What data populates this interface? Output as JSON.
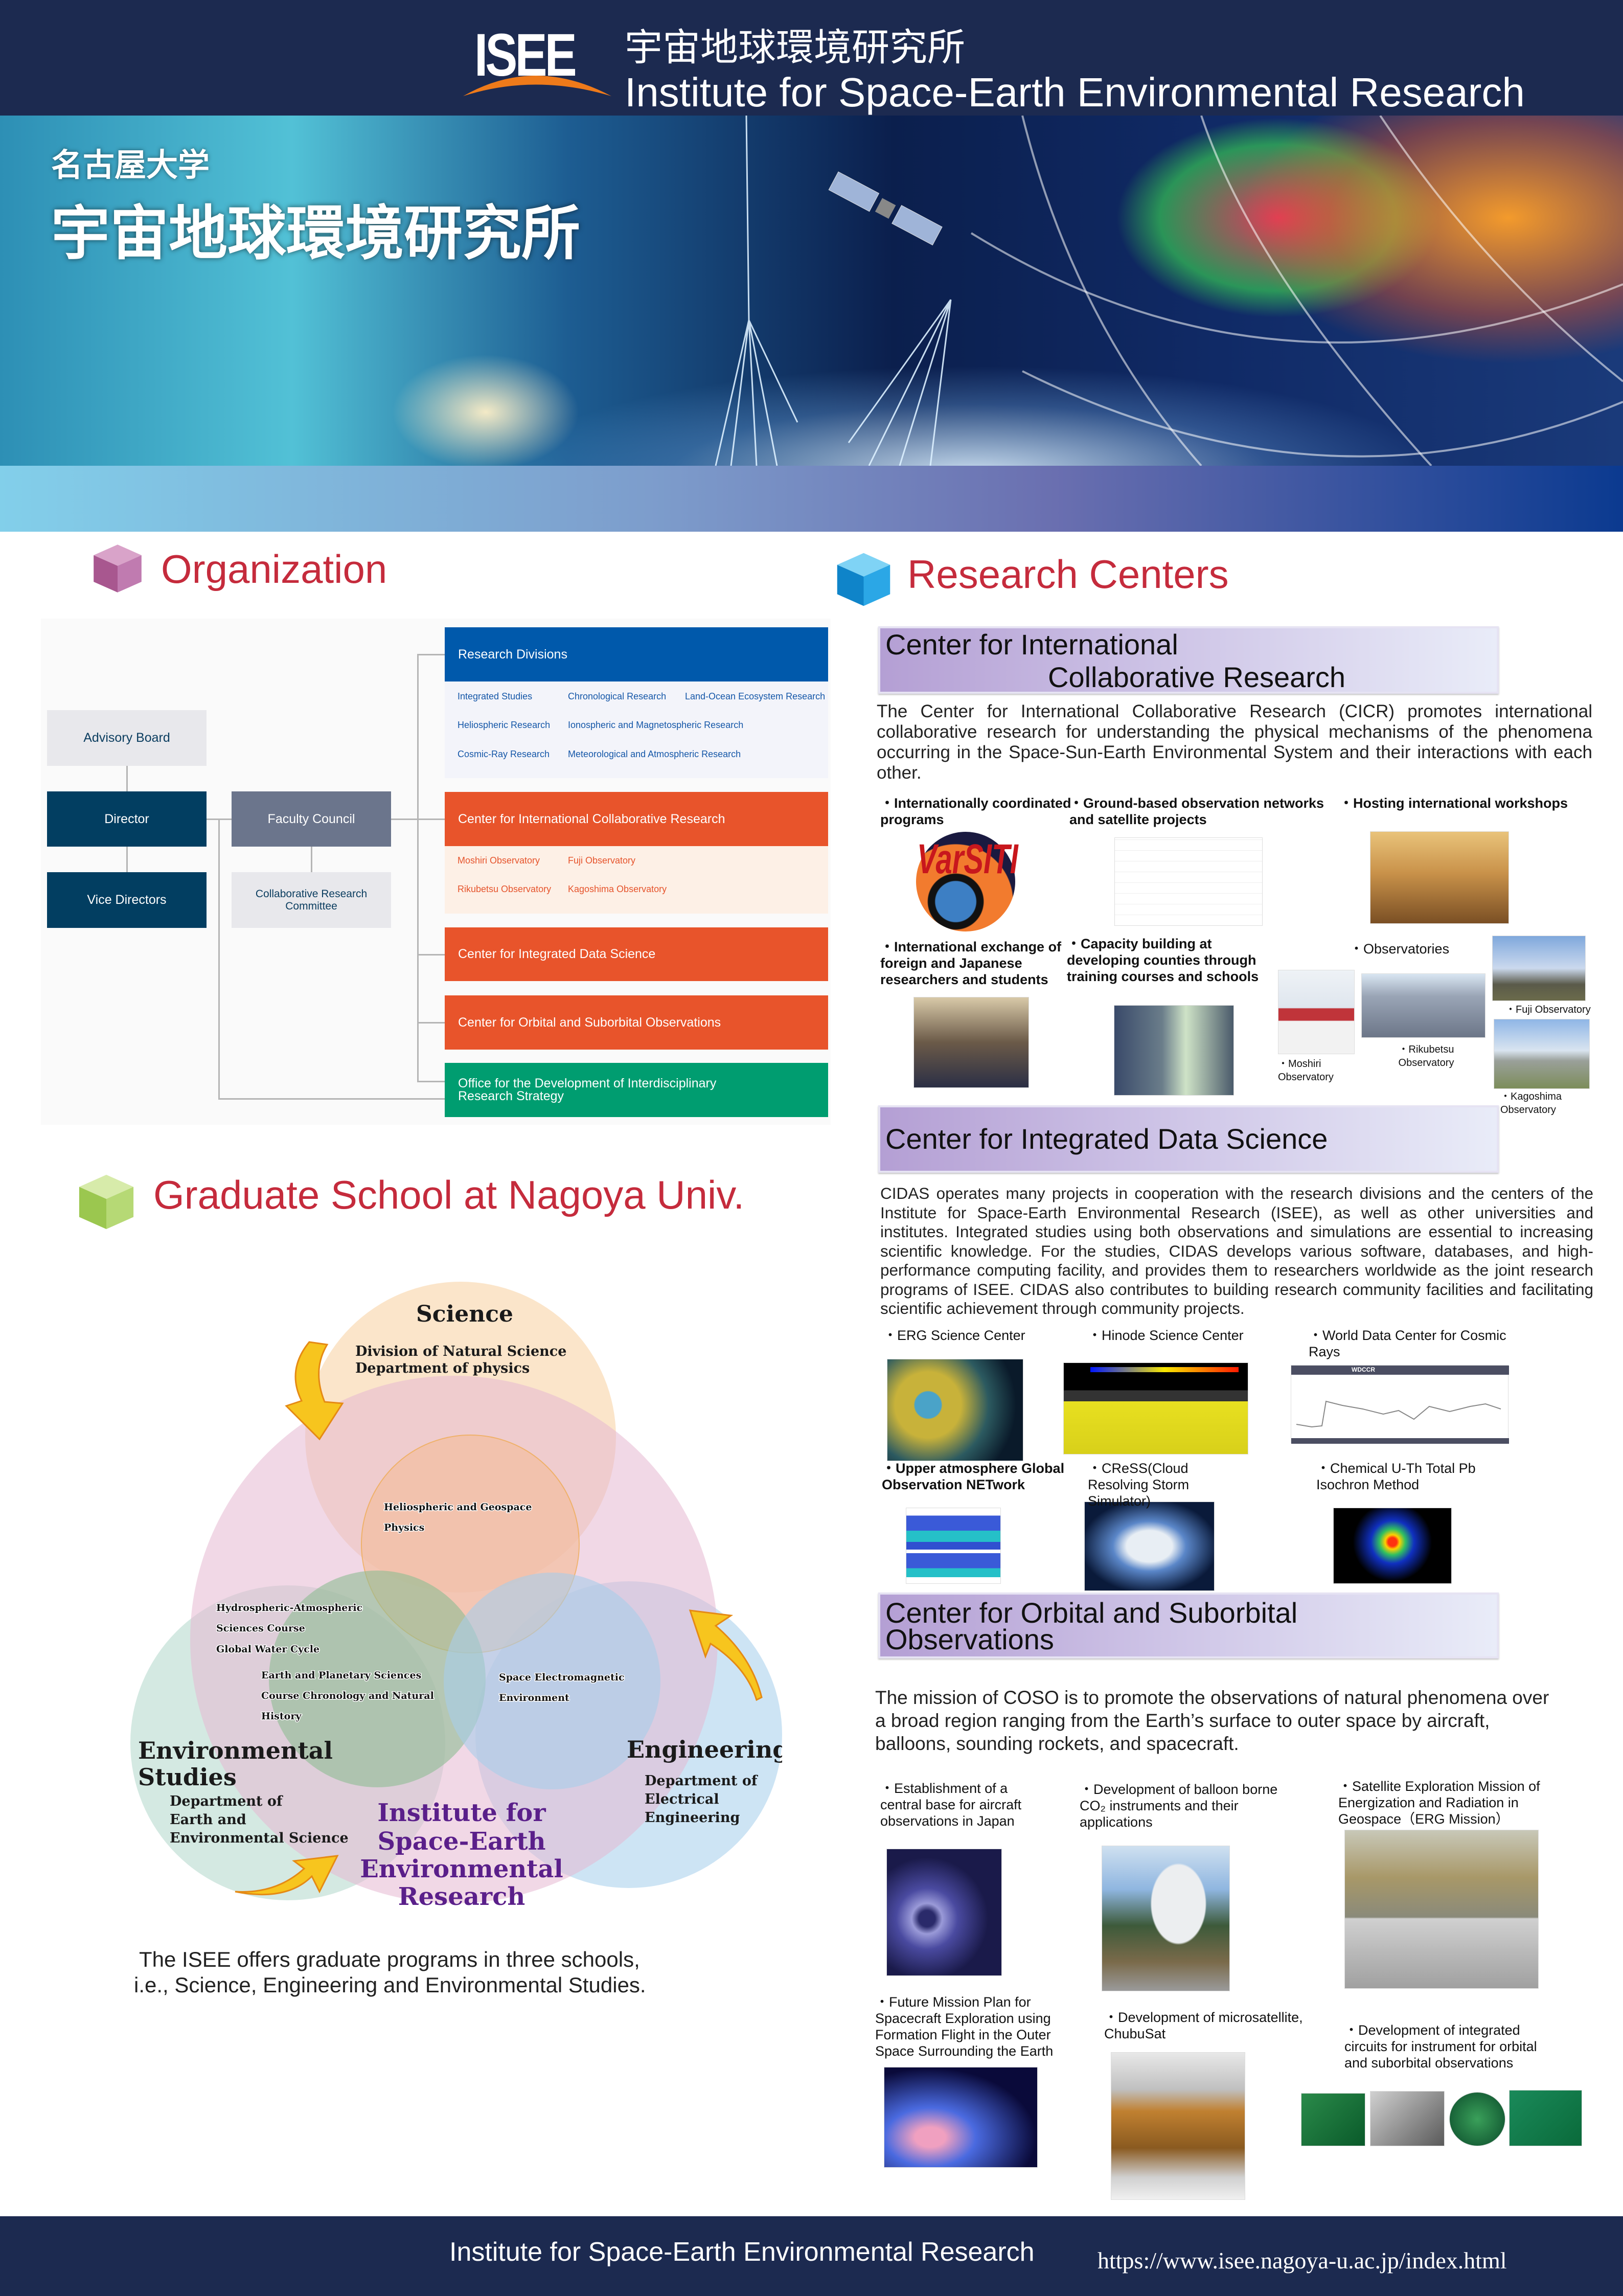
{
  "header": {
    "logo_text": "ISEE",
    "title_ja": "宇宙地球環境研究所",
    "title_en": "Institute for Space-Earth Environmental Research"
  },
  "banner": {
    "university_ja": "名古屋大学",
    "institute_ja": "宇宙地球環境研究所"
  },
  "organization": {
    "heading": "Organization",
    "advisory_board": "Advisory Board",
    "director": "Director",
    "vice_directors": "Vice Directors",
    "faculty_council": "Faculty Council",
    "collaborative_committee": "Collaborative Research Committee",
    "research_divisions": {
      "title": "Research Divisions",
      "items": [
        "Integrated Studies",
        "Chronological Research",
        "Land-Ocean Ecosystem Research",
        "Heliospheric Research",
        "Ionospheric and Magnetospheric Research",
        "Cosmic-Ray Research",
        "Meteorological and Atmospheric Research"
      ]
    },
    "cicr": {
      "title": "Center for International Collaborative Research",
      "observatories": [
        "Moshiri Observatory",
        "Fuji Observatory",
        "Rikubetsu Observatory",
        "Kagoshima Observatory"
      ]
    },
    "cidas_title": "Center for Integrated Data Science",
    "coso_title": "Center for Orbital and Suborbital Observations",
    "office_title": "Office for the Development of  Interdisciplinary Research Strategy"
  },
  "graduate": {
    "heading": "Graduate School at Nagoya Univ.",
    "diagram": {
      "science": "Science",
      "science_sub": [
        "Division of Natural Science",
        "Department of physics"
      ],
      "helio": [
        "Heliospheric and Geospace",
        "Physics"
      ],
      "hydro": [
        "Hydrospheric-Atmospheric",
        "Sciences Course",
        "Global Water Cycle"
      ],
      "earth": [
        "Earth and Planetary Sciences",
        "Course Chronology and Natural",
        "History"
      ],
      "space": [
        "Space Electromagnetic",
        "Environment"
      ],
      "env": [
        "Environmental",
        "Studies"
      ],
      "env_sub": [
        "Department of",
        "Earth and",
        "Environmental Science"
      ],
      "eng": "Engineering",
      "eng_sub": [
        "Department of",
        "Electrical",
        "Engineering"
      ],
      "isee": [
        "Institute for",
        "Space-Earth",
        "Environmental",
        "Research"
      ]
    },
    "description": [
      "The ISEE offers graduate programs in three schools,",
      "i.e., Science, Engineering and Environmental Studies."
    ]
  },
  "research_centers": {
    "heading": "Research Centers",
    "cicr": {
      "title_lines": [
        "Center for International",
        "Collaborative Research"
      ],
      "paragraph": "The Center for International Collaborative Research (CICR) promotes international collaborative research for understanding the physical mechanisms of the phenomena occurring in the Space-Sun-Earth Environmental System and their interactions with each other.",
      "items": [
        "・Internationally coordinated programs",
        "・Ground-based observation networks and satellite projects",
        "・Hosting international workshops",
        "・International exchange of foreign and Japanese researchers and students",
        "・Capacity building at developing counties through training courses and schools",
        "・Observatories"
      ],
      "observatories": [
        "・Moshiri Observatory",
        "・Rikubetsu Observatory",
        "・Fuji Observatory",
        "・Kagoshima Observatory"
      ],
      "logo_text": "VarSITI"
    },
    "cidas": {
      "title": "Center for Integrated Data Science",
      "paragraph": "CIDAS operates many projects in cooperation with the research divisions and the centers of the Institute for Space-Earth Environmental Research (ISEE), as well as other universities and institutes. Integrated studies using both observations and simulations are essential to increasing scientific knowledge. For the studies, CIDAS develops various software, databases, and high-performance computing facility, and provides them to researchers worldwide as the joint research programs of ISEE. CIDAS also contributes to building research community facilities and facilitating scientific achievement through community projects.",
      "items": [
        "・ERG Science Center",
        "・Hinode Science Center",
        "・World Data Center for Cosmic Rays",
        "・Upper atmosphere Global Observation NETwork",
        "・CReSS(Cloud Resolving Storm Simulator)",
        "・Chemical U-Th Total Pb Isochron Method"
      ],
      "wdccr_text": "WDCCR"
    },
    "coso": {
      "title_lines": [
        "Center for Orbital and Suborbital",
        "Observations"
      ],
      "paragraph": "The mission of COSO is to promote the observations of natural phenomena over a broad region ranging from the Earth’s surface to outer space by aircraft, balloons, sounding rockets, and spacecraft.",
      "items": [
        "・Establishment of a central base for aircraft observations in Japan",
        "・Development of balloon borne CO₂ instruments and their applications",
        "・Satellite Exploration Mission of Energization and Radiation in Geospace（ERG Mission）",
        "・Future Mission Plan for Spacecraft Exploration using Formation Flight in the Outer Space Surrounding the Earth",
        "・Development of microsatellite, ChubuSat",
        "・Development of integrated circuits for instrument for orbital and suborbital observations"
      ]
    }
  },
  "footer": {
    "name": "Institute for Space-Earth Environmental Research",
    "url": "https://www.isee.nagoya-u.ac.jp/index.html"
  },
  "colors": {
    "navy": "#1c2a50",
    "red_heading": "#c52b3c",
    "division_blue": "#0059ab",
    "center_orange": "#e8542b",
    "office_green": "#009d70",
    "director_navy": "#023e61",
    "council_gray": "#6b758c"
  }
}
